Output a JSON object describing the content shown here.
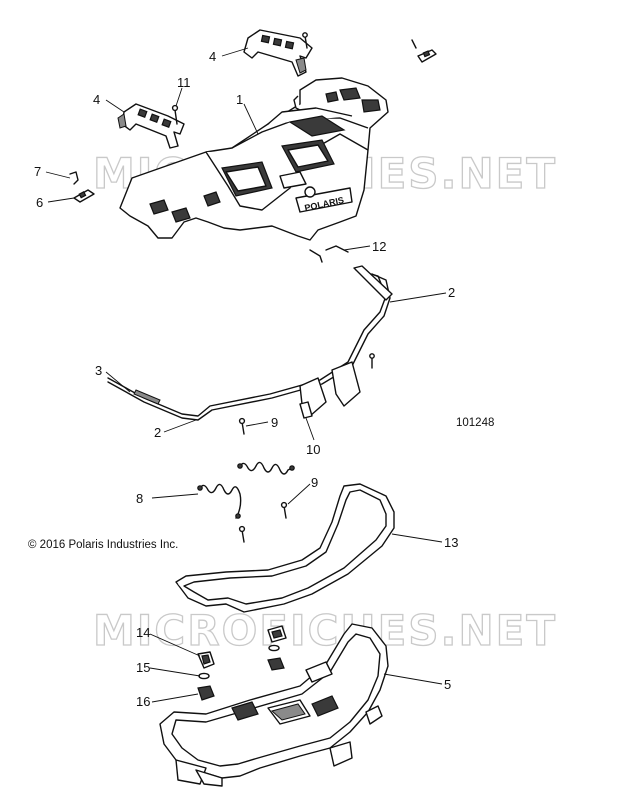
{
  "diagram": {
    "background_color": "#ffffff",
    "line_color": "#111111",
    "watermark_color": "#c9c9c9",
    "watermark_text": "MICROFICHES.NET",
    "copyright": "© 2016 Polaris Industries Inc.",
    "reference_number": "101248",
    "rack_logo_text": "POLARIS",
    "callouts": {
      "c1": "1",
      "c2a": "2",
      "c2b": "2",
      "c3": "3",
      "c4a": "4",
      "c4b": "4",
      "c5": "5",
      "c6": "6",
      "c7": "7",
      "c8": "8",
      "c9a": "9",
      "c9b": "9",
      "c10": "10",
      "c11": "11",
      "c12": "12",
      "c13": "13",
      "c14": "14",
      "c15": "15",
      "c16": "16"
    }
  }
}
